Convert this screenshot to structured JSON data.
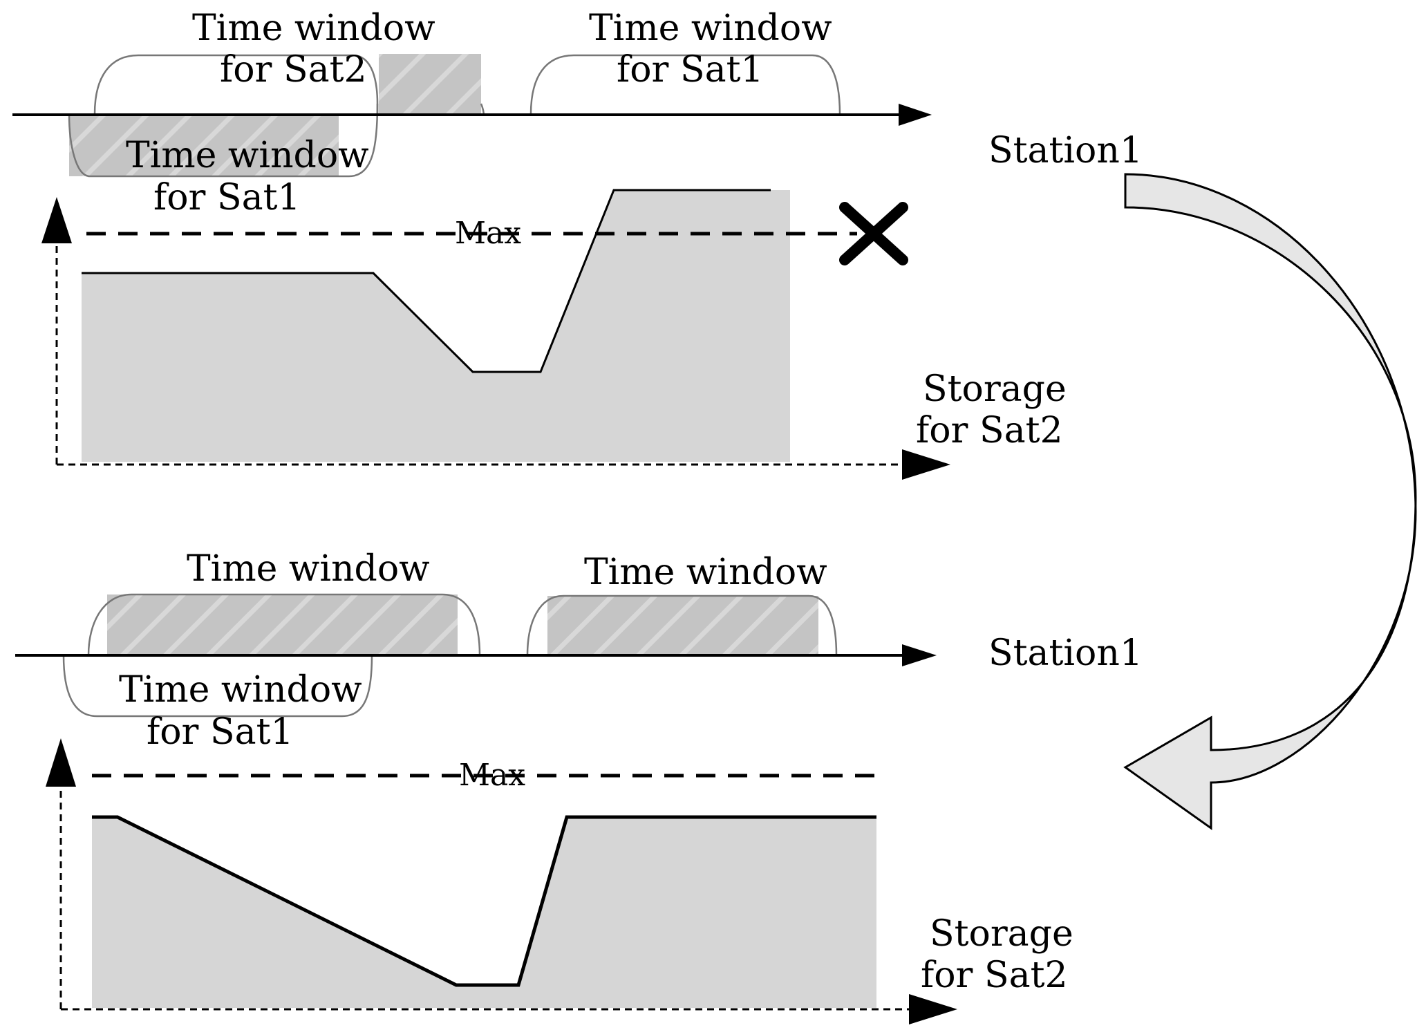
{
  "top_panel": {
    "window_sat2_title_line1": "Time window",
    "window_sat2_title_line2": "for Sat2",
    "window_sat1_right_line1": "Time window",
    "window_sat1_right_line2": "for Sat1",
    "window_sat1_left_line1": "Time window",
    "window_sat1_left_line2": "for Sat1",
    "station_label": "Station1",
    "max_label": "Max",
    "storage_label_line1": "Storage",
    "storage_label_line2": "for Sat2"
  },
  "bottom_panel": {
    "window_left_title": "Time window",
    "window_right_title": "Time window",
    "window_sat1_line1": "Time window",
    "window_sat1_line2": "for Sat1",
    "station_label": "Station1",
    "max_label": "Max",
    "storage_label_line1": "Storage",
    "storage_label_line2": "for Sat2"
  },
  "colors": {
    "fill_gray": "#d6d6d6",
    "hatch_gray": "#c4c4c4",
    "stroke": "#000000",
    "arrow_fill": "#e6e6e6"
  }
}
